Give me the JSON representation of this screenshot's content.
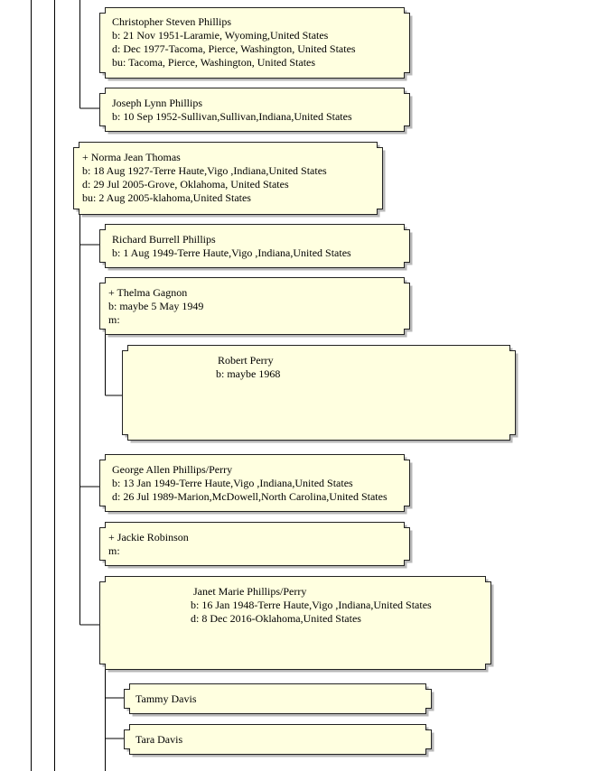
{
  "colors": {
    "box_fill": "#ffffe0",
    "box_stroke": "#222222",
    "shadow": "#b8b8b8",
    "line": "#000000"
  },
  "people": [
    {
      "id": "christopher",
      "name": "Christopher Steven Phillips",
      "facts": [
        "b: 21 Nov 1951-Laramie, Wyoming,United States",
        "d: Dec 1977-Tacoma, Pierce, Washington, United States",
        "bu: Tacoma, Pierce, Washington, United States"
      ]
    },
    {
      "id": "joseph",
      "name": "Joseph Lynn Phillips",
      "facts": [
        "b: 10 Sep 1952-Sullivan,Sullivan,Indiana,United States"
      ]
    },
    {
      "id": "norma",
      "name": "+ Norma Jean Thomas",
      "facts": [
        "b: 18 Aug 1927-Terre Haute,Vigo ,Indiana,United States",
        "d: 29 Jul 2005-Grove, Oklahoma, United States",
        "bu: 2 Aug 2005-klahoma,United States"
      ]
    },
    {
      "id": "richard",
      "name": "Richard Burrell Phillips",
      "facts": [
        "b: 1 Aug 1949-Terre Haute,Vigo ,Indiana,United States"
      ]
    },
    {
      "id": "thelma",
      "name": "+ Thelma Gagnon",
      "facts": [
        "b: maybe 5 May 1949",
        "m:"
      ]
    },
    {
      "id": "robert",
      "name": "Robert Perry",
      "facts": [
        "b: maybe 1968"
      ]
    },
    {
      "id": "george",
      "name": "George  Allen Phillips/Perry",
      "facts": [
        "b: 13 Jan 1949-Terre Haute,Vigo ,Indiana,United States",
        "d: 26 Jul 1989-Marion,McDowell,North Carolina,United States"
      ]
    },
    {
      "id": "jackie",
      "name": "+ Jackie Robinson",
      "facts": [
        "m:"
      ]
    },
    {
      "id": "janet",
      "name": "Janet Marie Phillips/Perry",
      "facts": [
        "b: 16 Jan 1948-Terre Haute,Vigo ,Indiana,United States",
        "d: 8 Dec 2016-Oklahoma,United States"
      ]
    },
    {
      "id": "tammy",
      "name": "Tammy Davis",
      "facts": []
    },
    {
      "id": "tara",
      "name": "Tara Davis",
      "facts": []
    }
  ]
}
